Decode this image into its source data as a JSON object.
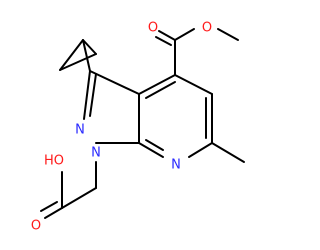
{
  "structure": {
    "atoms": {
      "N1": "N",
      "N2": "N",
      "N7": "N",
      "O_carbonyl_ester": "O",
      "O_ester": "O",
      "O_carbonyl_acid": "O",
      "OH": "HO"
    },
    "colors": {
      "nitrogen": "#2a2aff",
      "oxygen": "#ff1a1a",
      "bond": "#000000"
    }
  }
}
